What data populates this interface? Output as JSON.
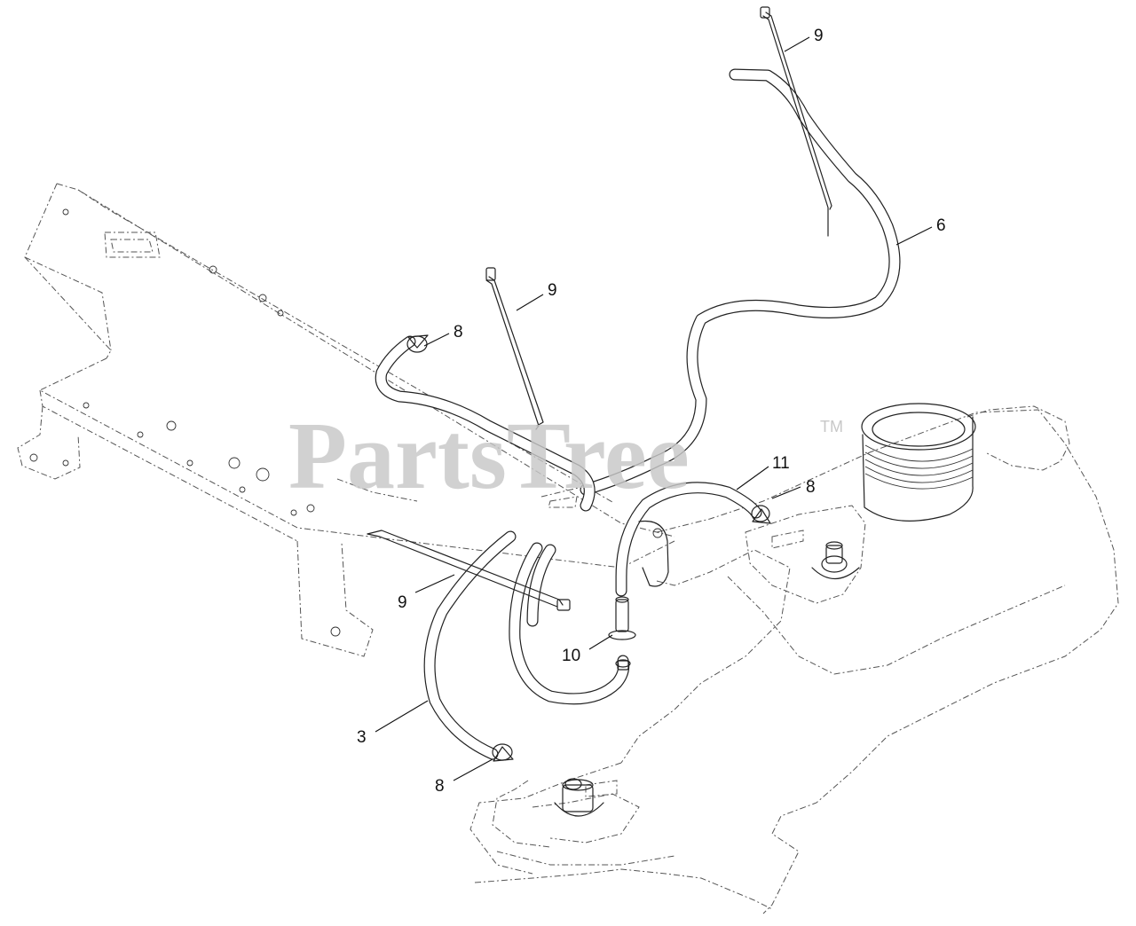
{
  "watermark": {
    "brand": "PartsTree",
    "trademark": "TM"
  },
  "callouts": [
    {
      "id": "9-top",
      "label": "9"
    },
    {
      "id": "6",
      "label": "6"
    },
    {
      "id": "9-mid",
      "label": "9"
    },
    {
      "id": "8-left",
      "label": "8"
    },
    {
      "id": "11",
      "label": "11"
    },
    {
      "id": "8-right",
      "label": "8"
    },
    {
      "id": "9-low",
      "label": "9"
    },
    {
      "id": "10",
      "label": "10"
    },
    {
      "id": "3",
      "label": "3"
    },
    {
      "id": "8-bottom",
      "label": "8"
    }
  ]
}
